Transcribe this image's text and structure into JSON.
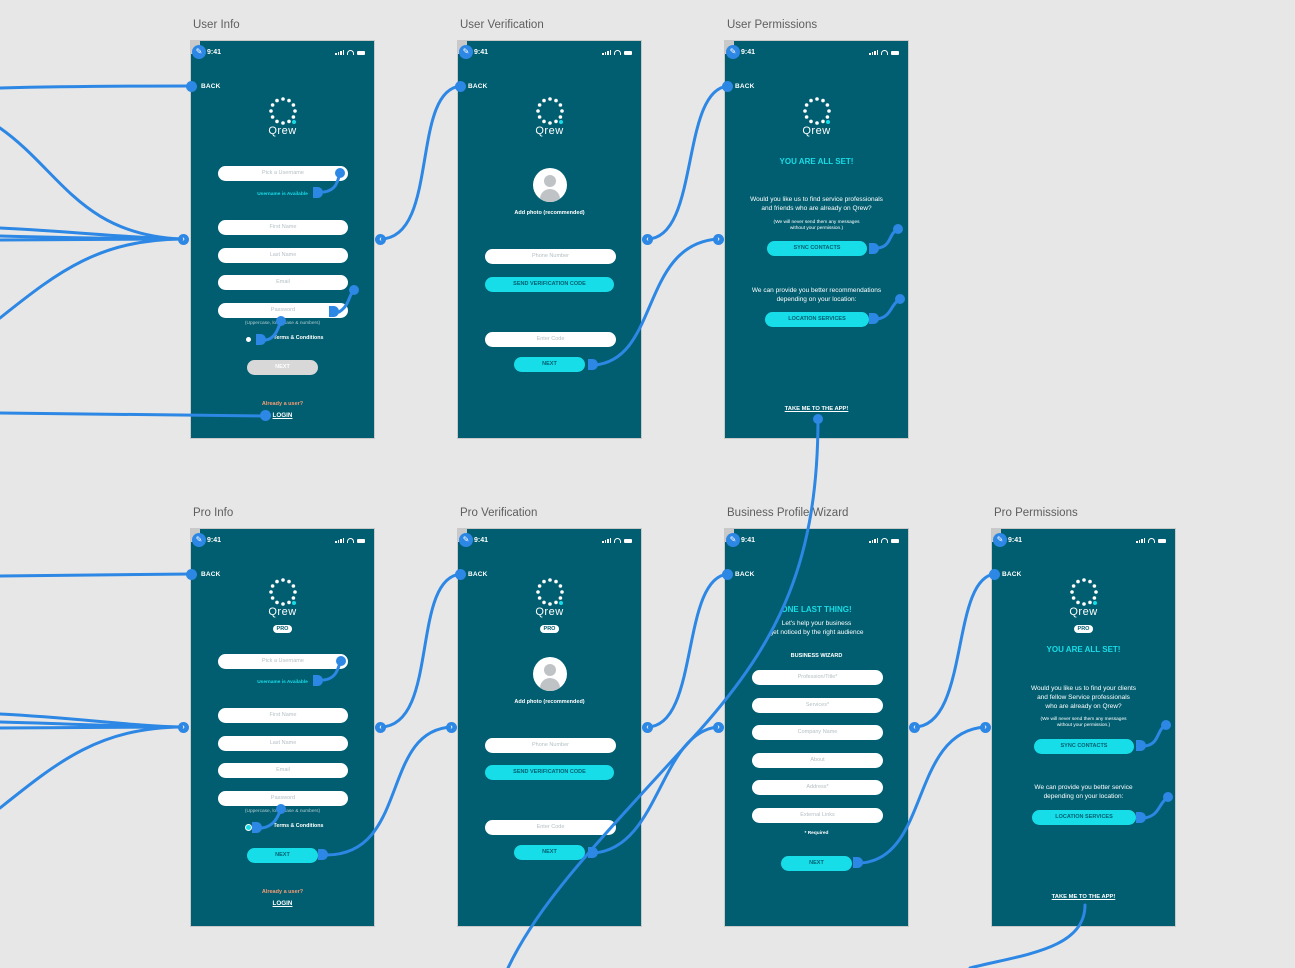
{
  "artboards": {
    "user_info": {
      "label": "User Info"
    },
    "user_verification": {
      "label": "User Verification"
    },
    "user_permissions": {
      "label": "User Permissions"
    },
    "pro_info": {
      "label": "Pro Info"
    },
    "pro_verification": {
      "label": "Pro Verification"
    },
    "business_profile_wizard": {
      "label": "Business Profile Wizard"
    },
    "pro_permissions": {
      "label": "Pro Permissions"
    }
  },
  "common": {
    "time": "9:41",
    "back": "BACK",
    "brand": "Qrew",
    "pro_badge": "PRO"
  },
  "signup": {
    "username_placeholder": "Pick a Username",
    "username_available": "Username is Available",
    "first_name": "First Name",
    "last_name": "Last Name",
    "email": "Email",
    "password": "Password",
    "password_hint": "(Uppercase, lowercase & numbers)",
    "terms": "Terms & Conditions",
    "next": "NEXT",
    "already_user": "Already a user?",
    "login": "LOGIN"
  },
  "verification": {
    "add_photo": "Add photo (recommended)",
    "phone": "Phone Number",
    "send_code": "SEND VERIFICATION CODE",
    "enter_code": "Enter Code",
    "next": "NEXT"
  },
  "permissions": {
    "all_set": "YOU ARE ALL SET!",
    "user_find_line1": "Would you like us to find service professionals",
    "user_find_line2": "and friends who are already on Qrew?",
    "pro_find_line1": "Would you like us to find your clients",
    "pro_find_line2": "and fellow Service professionals",
    "pro_find_line3": "who are already on Qrew?",
    "never_send_line1": "(We will never send them any messages",
    "never_send_line2": "without your permission.)",
    "sync_contacts": "SYNC CONTACTS",
    "user_location_line1": "We can provide you better recommendations",
    "user_location_line2": "depending on your location:",
    "pro_location_line1": "We can provide you better service",
    "pro_location_line2": "depending on your location:",
    "location_services": "LOCATION SERVICES",
    "take_me": "TAKE ME TO THE APP!"
  },
  "wizard": {
    "heading": "ONE LAST THING!",
    "sub_line1": "Let's help your business",
    "sub_line2": "get noticed by the right audience",
    "section": "BUSINESS WIZARD",
    "profession": "Profession/Title*",
    "services": "Services*",
    "company": "Company Name",
    "about": "About",
    "address": "Address*",
    "links": "External Links",
    "required": "* Required",
    "next": "NEXT"
  },
  "colors": {
    "screen_bg": "#005e70",
    "accent": "#17dde8",
    "wire": "#2d87e4",
    "canvas": "#e7e7e7",
    "login_accent": "#f79b73"
  }
}
